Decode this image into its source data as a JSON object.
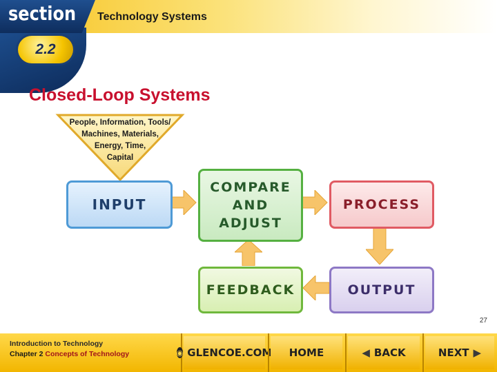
{
  "header": {
    "section_word": "section",
    "section_number": "2.2",
    "title": "Technology Systems"
  },
  "slide": {
    "title": "Closed-Loop Systems",
    "page_number": "27"
  },
  "diagram": {
    "resources_lines": [
      "People, Information, Tools/",
      "Machines, Materials,",
      "Energy, Time,",
      "Capital"
    ],
    "input": "INPUT",
    "compare_lines": [
      "COMPARE",
      "AND",
      "ADJUST"
    ],
    "process": "PROCESS",
    "feedback": "FEEDBACK",
    "output": "OUTPUT"
  },
  "footer": {
    "book": "Introduction to Technology",
    "chapter_prefix": "Chapter 2",
    "chapter_title": "Concepts of Technology",
    "glencoe": "GLENCOE.COM",
    "home": "HOME",
    "back": "BACK",
    "next": "NEXT"
  },
  "colors": {
    "title_red": "#c8102e",
    "input_blue": "#4e9ad6",
    "compare_green": "#55b041",
    "process_red": "#e05a63",
    "feedback_green": "#6fb83c",
    "output_purple": "#8d78c5",
    "arrow_orange": "#f7b54a"
  }
}
